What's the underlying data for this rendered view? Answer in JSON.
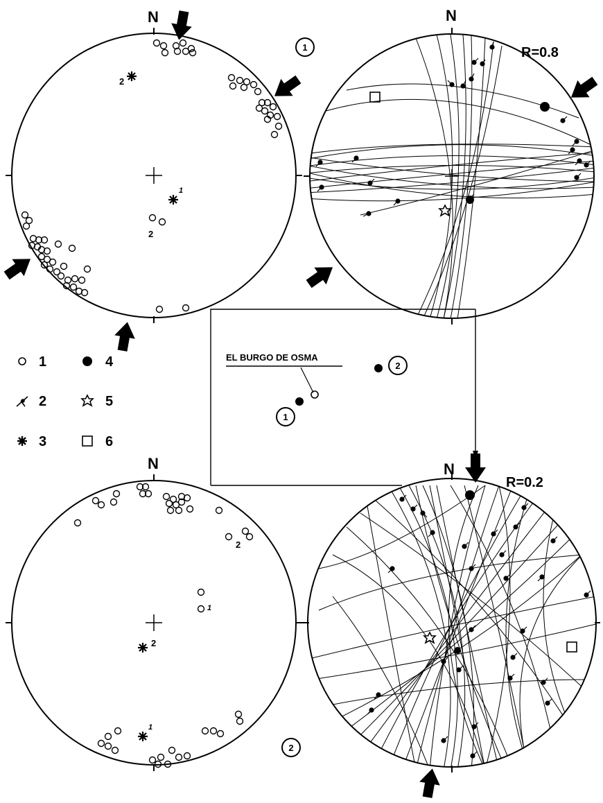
{
  "figure": {
    "north_label": "N",
    "top_left": {
      "id": "1",
      "pole_labels": [
        "1",
        "2"
      ],
      "cluster_label": "2"
    },
    "top_right": {
      "ratio": "R=0.8"
    },
    "bottom_left": {
      "id": "2",
      "pole_labels": [
        "1",
        "2"
      ],
      "pole_point_labels": [
        "1",
        "2"
      ]
    },
    "bottom_right": {
      "ratio": "R=0.2"
    },
    "inset_map": {
      "place": "EL BURGO DE OSMA",
      "site_labels": [
        "1",
        "2"
      ]
    },
    "legend": [
      {
        "number": "1",
        "symbol": "open-circle-icon"
      },
      {
        "number": "2",
        "symbol": "striation-pole-icon"
      },
      {
        "number": "3",
        "symbol": "asterisk-star-icon"
      },
      {
        "number": "4",
        "symbol": "filled-circle-icon"
      },
      {
        "number": "5",
        "symbol": "open-star-icon"
      },
      {
        "number": "6",
        "symbol": "open-square-icon"
      }
    ]
  }
}
